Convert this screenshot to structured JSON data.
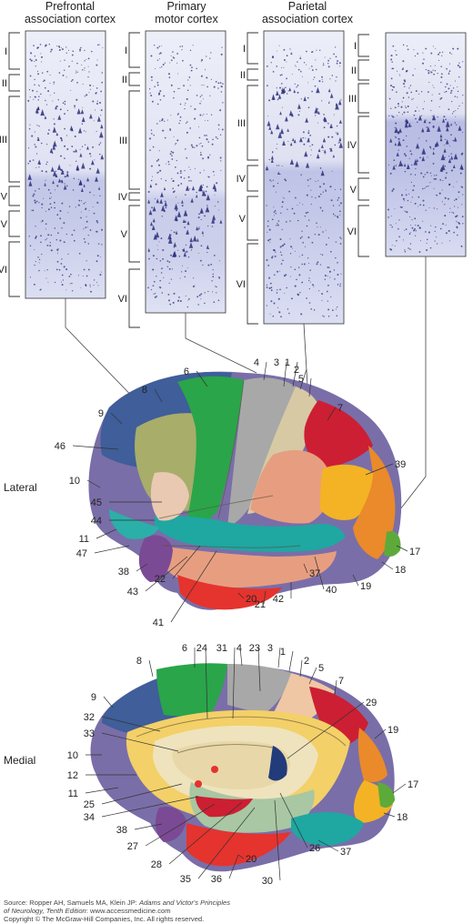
{
  "panels": [
    {
      "title_line1": "Prefrontal",
      "title_line2": "association cortex",
      "layers": [
        "I",
        "II",
        "III",
        "IV",
        "V",
        "VI"
      ]
    },
    {
      "title_line1": "Primary",
      "title_line2": "motor cortex",
      "layers": [
        "I",
        "II",
        "III",
        "IV",
        "V",
        "VI"
      ]
    },
    {
      "title_line1": "Parietal",
      "title_line2": "association cortex",
      "layers": [
        "I",
        "II",
        "III",
        "IV",
        "V",
        "VI"
      ]
    },
    {
      "title_line1": "",
      "title_line2": "",
      "layers": [
        "I",
        "II",
        "III",
        "IV",
        "V",
        "VI"
      ]
    }
  ],
  "views": {
    "lateral": "Lateral",
    "medial": "Medial"
  },
  "lateral_areas": [
    "1",
    "2",
    "3",
    "4",
    "5",
    "6",
    "7",
    "8",
    "9",
    "10",
    "11",
    "17",
    "18",
    "19",
    "20",
    "21",
    "22",
    "37",
    "38",
    "39",
    "40",
    "41",
    "42",
    "43",
    "44",
    "45",
    "46",
    "47"
  ],
  "medial_areas": [
    "1",
    "2",
    "3",
    "4",
    "5",
    "6",
    "7",
    "8",
    "9",
    "10",
    "11",
    "12",
    "17",
    "18",
    "19",
    "20",
    "23",
    "24",
    "25",
    "26",
    "27",
    "28",
    "29",
    "30",
    "31",
    "32",
    "33",
    "34",
    "35",
    "36",
    "37",
    "38"
  ],
  "credit": {
    "line1_prefix": "Source: Ropper AH, Samuels MA, Klein JP: ",
    "line1_italic": "Adams and Victor's Principles",
    "line2_italic": "of Neurology, Tenth Edition",
    "line2_suffix": ": www.accessmedicine.com",
    "line3": "Copyright © The McGraw-Hill Companies, Inc. All rights reserved."
  },
  "colors": {
    "histology_bg": "#e3e5f4",
    "histology_band": "#c5c9e8",
    "neuron": "#2a2f7a",
    "prefrontal_blue": "#3f5e9a",
    "prefrontal_purple": "#7a6ea8",
    "olive": "#a8ad6a",
    "premotor_green": "#2aa54a",
    "motor_gray": "#a8a8a8",
    "parietal_red": "#cc1f33",
    "parietal_orange": "#ea8a2a",
    "parietal_yellow": "#f3b324",
    "temporal_teal": "#1fa7a2",
    "temporal_red": "#e5332e",
    "salmon": "#e79e80",
    "violet": "#7b4a95",
    "visual_green": "#5daa3a",
    "limbic_tan": "#efe3bd"
  }
}
